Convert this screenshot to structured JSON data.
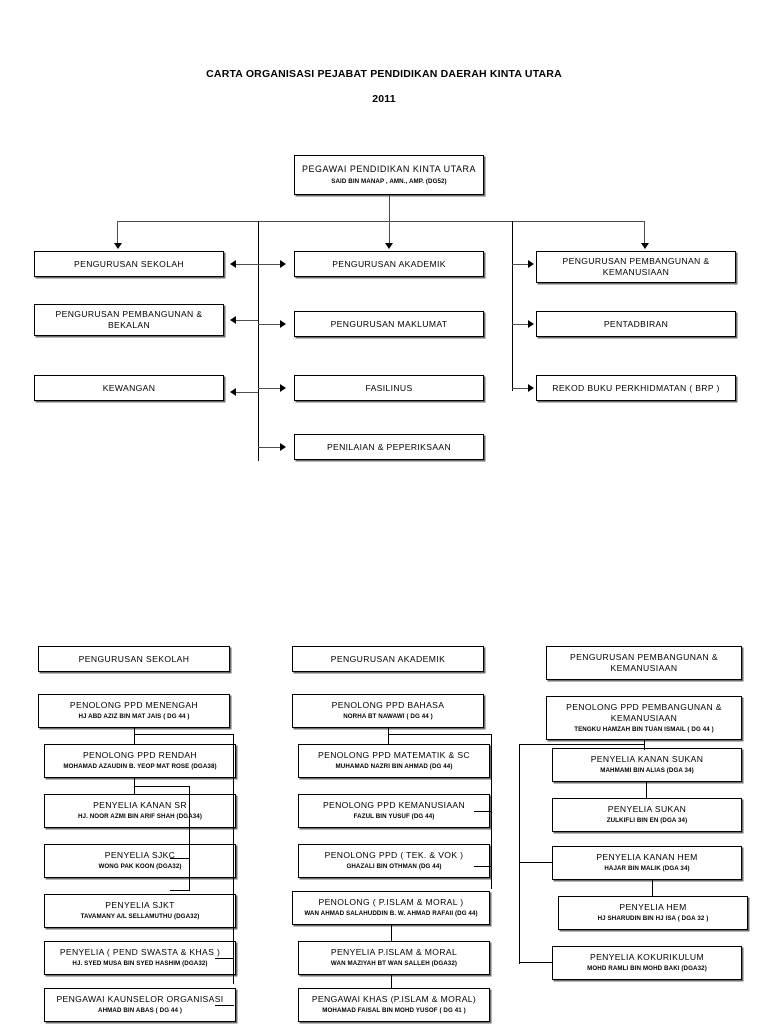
{
  "document": {
    "title_main": "CARTA ORGANISASI PEJABAT PENDIDIKAN DAERAH KINTA UTARA",
    "title_year": "2011"
  },
  "head": {
    "title": "PEGAWAI PENDIDIKAN KINTA UTARA",
    "sub": "SAID BIN MANAP , AMN., AMP. (DG52)"
  },
  "divisions": {
    "left": [
      {
        "title": "PENGURUSAN SEKOLAH"
      },
      {
        "title": "PENGURUSAN PEMBANGUNAN &\nBEKALAN"
      },
      {
        "title": "KEWANGAN"
      }
    ],
    "middle": [
      {
        "title": "PENGURUSAN AKADEMIK"
      },
      {
        "title": "PENGURUSAN MAKLUMAT"
      },
      {
        "title": "FASILINUS"
      },
      {
        "title": "PENILAIAN & PEPERIKSAAN"
      }
    ],
    "right": [
      {
        "title": "PENGURUSAN PEMBANGUNAN &\nKEMANUSIAAN"
      },
      {
        "title": "PENTADBIRAN"
      },
      {
        "title": "REKOD BUKU PERKHIDMATAN ( BRP )"
      }
    ]
  },
  "sections": {
    "school": {
      "header": "PENGURUSAN SEKOLAH",
      "items": [
        {
          "title": "PENOLONG PPD MENENGAH",
          "sub": "HJ ABD AZIZ BIN MAT JAIS ( DG 44 )"
        },
        {
          "title": "PENOLONG PPD RENDAH",
          "sub": "MOHAMAD AZAUDIN B. YEOP MAT ROSE (DGA38)"
        },
        {
          "title": "PENYELIA KANAN SR",
          "sub": "HJ. NOOR AZMI BIN ARIF SHAH (DGA34)"
        },
        {
          "title": "PENYELIA SJKC",
          "sub": "WONG PAK KOON (DGA32)"
        },
        {
          "title": "PENYELIA SJKT",
          "sub": "TAVAMANY A/L SELLAMUTHU (DGA32)"
        },
        {
          "title": "PENYELIA ( PEND SWASTA & KHAS )",
          "sub": "HJ. SYED MUSA BIN SYED HASHIM (DGA32)"
        },
        {
          "title": "PENGAWAI KAUNSELOR ORGANISASI",
          "sub": "AHMAD BIN ABAS ( DG 44 )"
        }
      ]
    },
    "academic": {
      "header": "PENGURUSAN AKADEMIK",
      "items": [
        {
          "title": "PENOLONG PPD BAHASA",
          "sub": "NORHA BT NAWAWI ( DG 44 )"
        },
        {
          "title": "PENOLONG PPD MATEMATIK & SC",
          "sub": "MUHAMAD NAZRI BIN AHMAD (DG 44)"
        },
        {
          "title": "PENOLONG PPD KEMANUSIAAN",
          "sub": "FAZUL BIN YUSUF (DG 44)"
        },
        {
          "title": "PENOLONG PPD ( TEK. & VOK )",
          "sub": "GHAZALI BIN OTHMAN (DG 44)"
        },
        {
          "title": "PENOLONG ( P.ISLAM & MORAL )",
          "sub": "WAN AHMAD SALAHUDDIN B. W. AHMAD RAFAII (DG 44)"
        },
        {
          "title": "PENYELIA P.ISLAM & MORAL",
          "sub": "WAN MAZIYAH BT WAN SALLEH (DGA32)"
        },
        {
          "title": "PENGAWAI KHAS (P.ISLAM & MORAL)",
          "sub": "MOHAMAD FAISAL BIN MOHD YUSOF ( DG 41 )"
        }
      ]
    },
    "development": {
      "header": "PENGURUSAN PEMBANGUNAN &\nKEMANUSIAAN",
      "items": [
        {
          "title": "PENOLONG PPD PEMBANGUNAN &\nKEMANUSIAAN",
          "sub": "TENGKU HAMZAH BIN TUAN ISMAIL ( DG 44 )"
        },
        {
          "title": "PENYELIA KANAN SUKAN",
          "sub": "MAHMAMI BIN ALIAS  (DGA 34)"
        },
        {
          "title": "PENYELIA SUKAN",
          "sub": "ZULKIFLI BIN EN (DGA 34)"
        },
        {
          "title": "PENYELIA KANAN HEM",
          "sub": "HAJAR BIN MALIK (DGA 34)"
        },
        {
          "title": "PENYELIA HEM",
          "sub": "HJ SHARUDIN BIN HJ ISA ( DGA 32 )"
        },
        {
          "title": "PENYELIA KOKURIKULUM",
          "sub": "MOHD RAMLI BIN MOHD BAKI (DGA32)"
        }
      ]
    }
  }
}
